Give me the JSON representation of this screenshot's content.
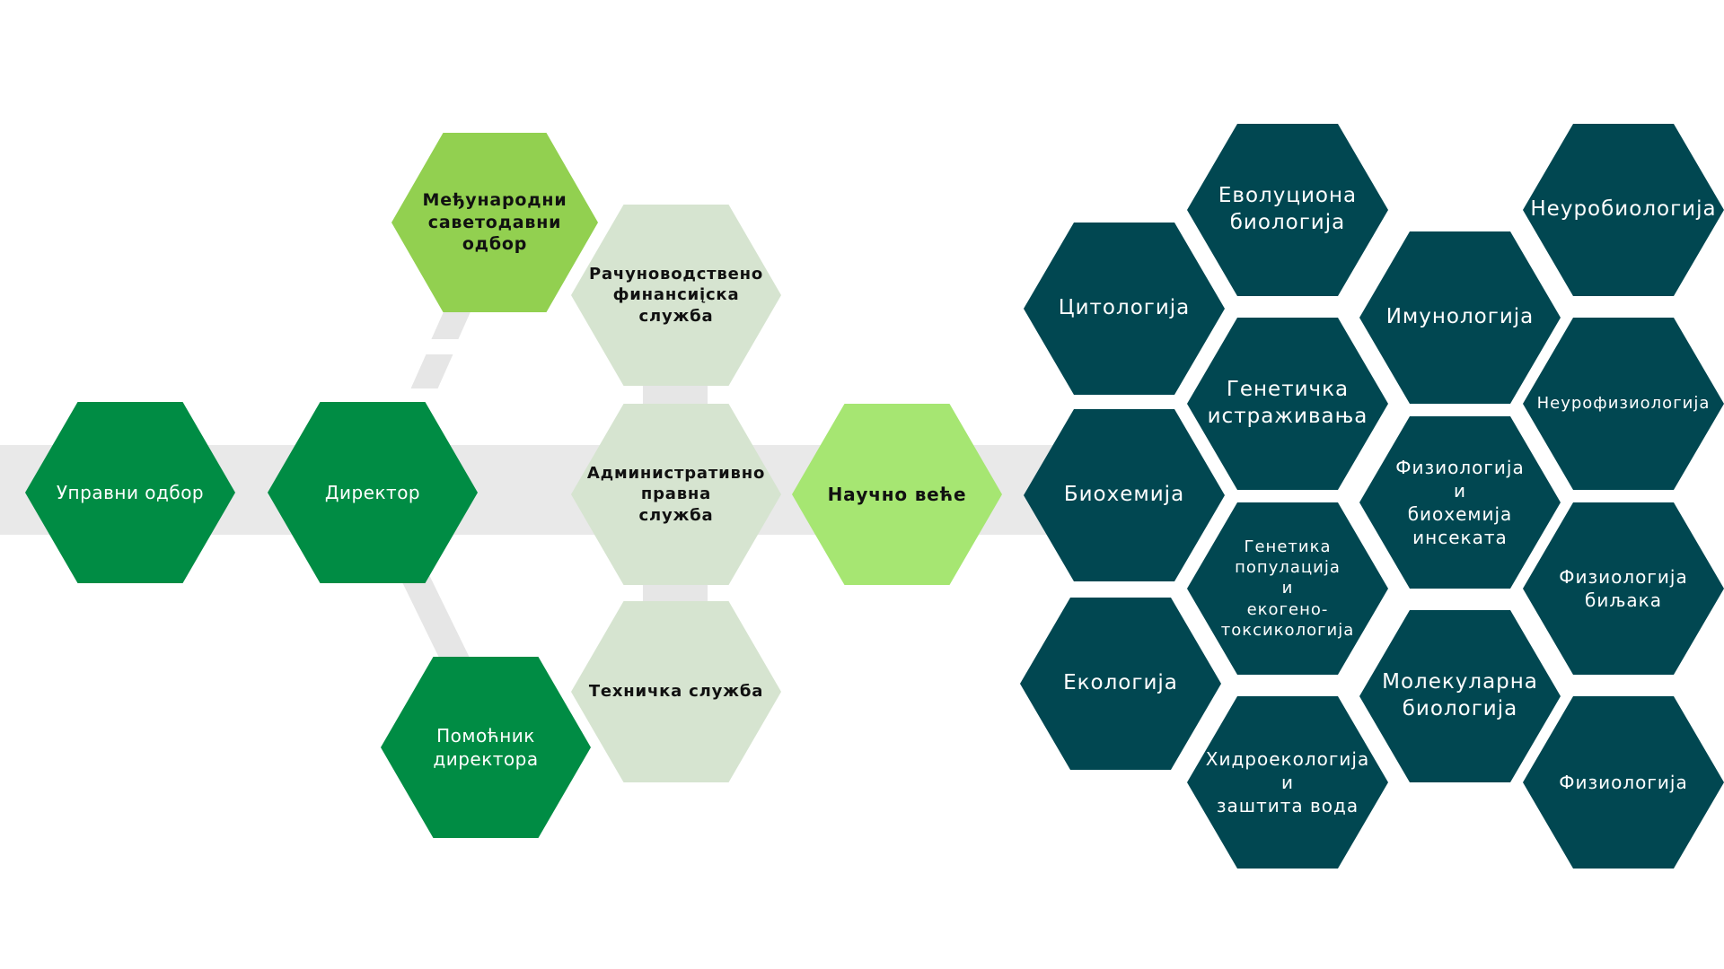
{
  "nodes": {
    "upravni_odbor": "Управни одбор",
    "direktor": "Директор",
    "medjunarodni_savet": "Међународни\nсаветодавни\nодбор",
    "pomocnik_direktora": "Помоћник\nдиректора",
    "racunovodstvena_sluzba": "Рачуноводствено\nфинансиįска\nслужба",
    "administrativna_sluzba": "Административно\nправна\nслужба",
    "tehnicka_sluzba": "Техничка служба",
    "naucno_vece": "Научно веће"
  },
  "departments": {
    "citologija": "Цитологија",
    "biohemija": "Биохемија",
    "ekologija": "Екологија",
    "evoluciona_biologija": "Еволуциона\nбиологија",
    "geneticka_istrazivanja": "Генетичка\nистраживања",
    "genetika_populacija": "Генетика\nпопулација\nи\nекогено-\nтоксикологија",
    "hidroekologija": "Хидроекологија\nи\nзаштита вода",
    "imunologija": "Имунологија",
    "fiziologija_insekata": "Физиологија\nи\nбиохемија\nинсеката",
    "molekularna_biologija": "Молекуларна\nбиологија",
    "neurobiologija": "Неуробиологија",
    "neurofiziologija": "Неурофизиологија",
    "fiziologija_biljaka": "Физиологија\nбиљака",
    "fiziologija": "Физиологија"
  },
  "colors": {
    "dark_green": "#008c44",
    "lime_green": "#92d050",
    "light_lime": "#a6e672",
    "pale_green": "#d6e4d0",
    "teal": "#014751",
    "connector_gray": "#e9e9e9"
  }
}
